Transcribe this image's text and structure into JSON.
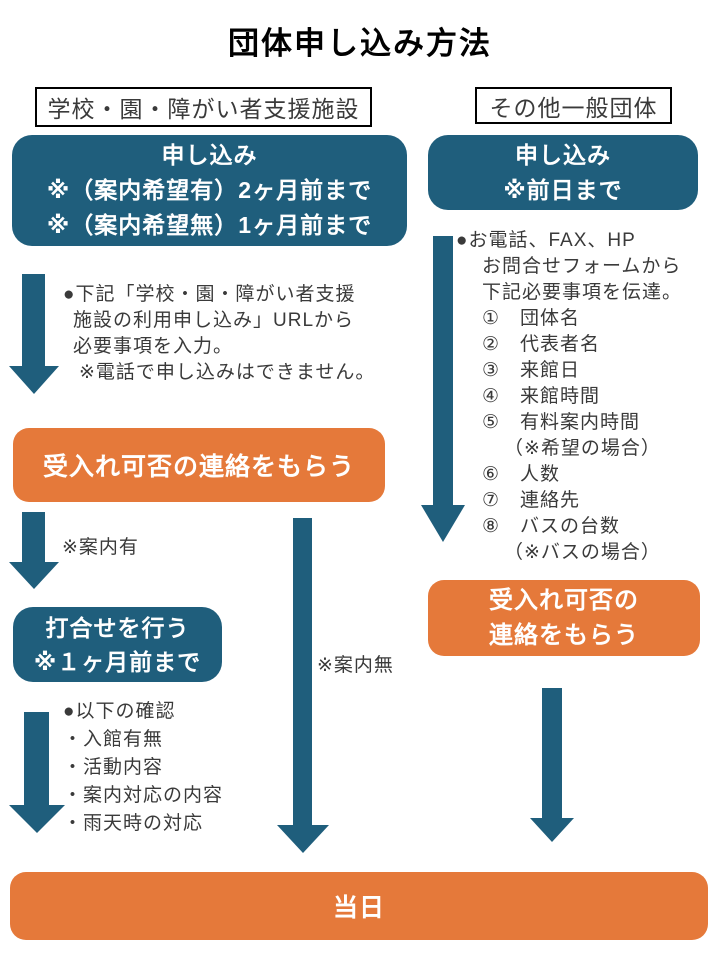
{
  "title": "団体申し込み方法",
  "colors": {
    "teal_box_arrow": "#1F5E7C",
    "orange_box": "#E5793A",
    "body_text": "#3A3A3A"
  },
  "left_column": {
    "header": "学校・園・障がい者支援施設",
    "apply_box": {
      "lines": [
        "申し込み",
        "※（案内希望有）2ヶ月前まで",
        "※（案内希望無）1ヶ月前まで"
      ]
    },
    "apply_note": {
      "lines": [
        "●下記「学校・園・障がい者支援",
        "施設の利用申し込み」URLから",
        "必要事項を入力。",
        "※電話で申し込みはできません。"
      ]
    },
    "acceptance_box": "受入れ可否の連絡をもらう",
    "guide_yes_label": "※案内有",
    "meeting_box": {
      "lines": [
        "打合せを行う",
        "※１ヶ月前まで"
      ]
    },
    "meeting_note": {
      "lines": [
        "●以下の確認",
        "・入館有無",
        "・活動内容",
        "・案内対応の内容",
        "・雨天時の対応"
      ]
    },
    "guide_no_label": "※案内無"
  },
  "right_column": {
    "header": "その他一般団体",
    "apply_box": {
      "lines": [
        "申し込み",
        "※前日まで"
      ]
    },
    "apply_note": {
      "lines": [
        "●お電話、FAX、HP",
        "お問合せフォームから",
        "下記必要事項を伝達。",
        "①　団体名",
        "②　代表者名",
        "③　来館日",
        "④　来館時間",
        "⑤　有料案内時間",
        "（※希望の場合）",
        "⑥　人数",
        "⑦　連絡先",
        "⑧　バスの台数",
        "（※バスの場合）"
      ]
    },
    "acceptance_box": {
      "lines": [
        "受入れ可否の",
        "連絡をもらう"
      ]
    }
  },
  "footer": {
    "day_box": "当日"
  }
}
